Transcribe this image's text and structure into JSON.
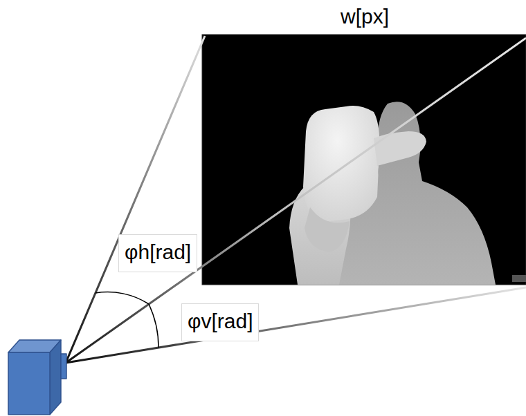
{
  "diagram": {
    "labels": [
      "w[px]",
      "φh[rad]",
      "φv[rad]"
    ]
  }
}
